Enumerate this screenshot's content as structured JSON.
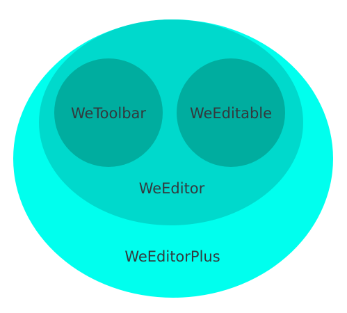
{
  "colors": {
    "outer": "#00ffee",
    "middle": "#00d9cc",
    "inner": "#00ad9f",
    "text": "#33393d",
    "background": "#ffffff"
  },
  "nodes": {
    "outer": {
      "label": "WeEditorPlus"
    },
    "middle": {
      "label": "WeEditor"
    },
    "inner_left": {
      "label": "WeToolbar"
    },
    "inner_right": {
      "label": "WeEditable"
    }
  }
}
